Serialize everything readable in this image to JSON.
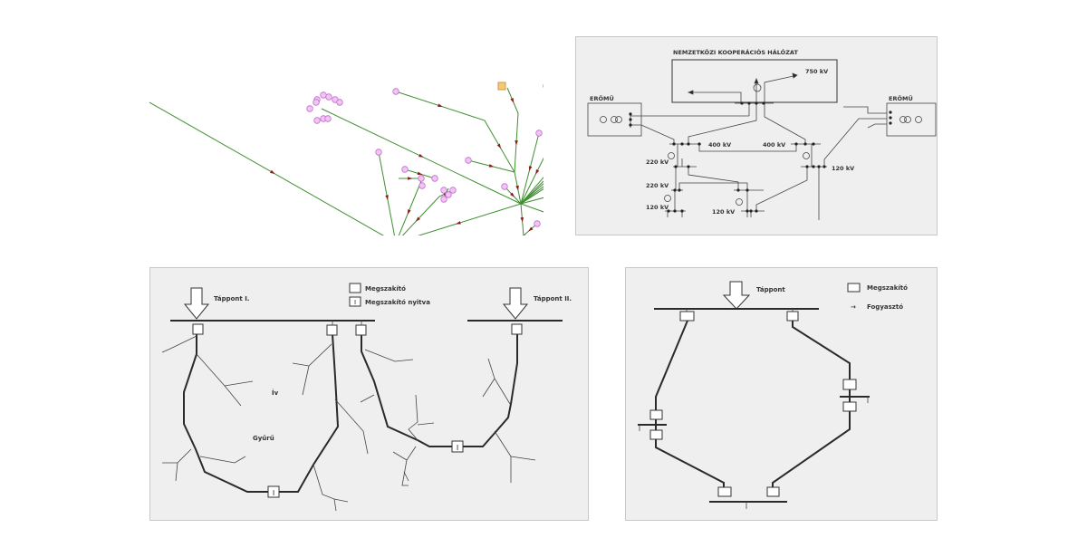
{
  "network_map": {
    "edge_color": "#3f8f2f",
    "node_color": "#f3c3f3",
    "arrow_color": "#8b1a1a"
  },
  "voltage_diagram": {
    "title": "NEMZETKÖZI KOOPERÁCIÓS HÁLÓZAT",
    "label_750": "750 kV",
    "plant_left": "ERŐMŰ",
    "plant_right": "ERŐMŰ",
    "label_400_left": "400 kV",
    "label_400_right": "400 kV",
    "label_220_a": "220 kV",
    "label_220_b": "220 kV",
    "label_120_left": "120 kV",
    "label_120_mid": "120 kV",
    "label_120_right": "120 kV"
  },
  "ring_arc_diagram": {
    "feed_1": "Táppont I.",
    "feed_2": "Táppont II.",
    "legend_breaker": "Megszakító",
    "legend_breaker_open": "Megszakító nyitva",
    "open_symbol": "I",
    "ring_label": "Gyűrű",
    "arc_label": "Ív"
  },
  "loop_diagram": {
    "feed": "Táppont",
    "legend_breaker": "Megszakító",
    "legend_consumer_icon": "→",
    "legend_consumer": "Fogyasztó"
  }
}
